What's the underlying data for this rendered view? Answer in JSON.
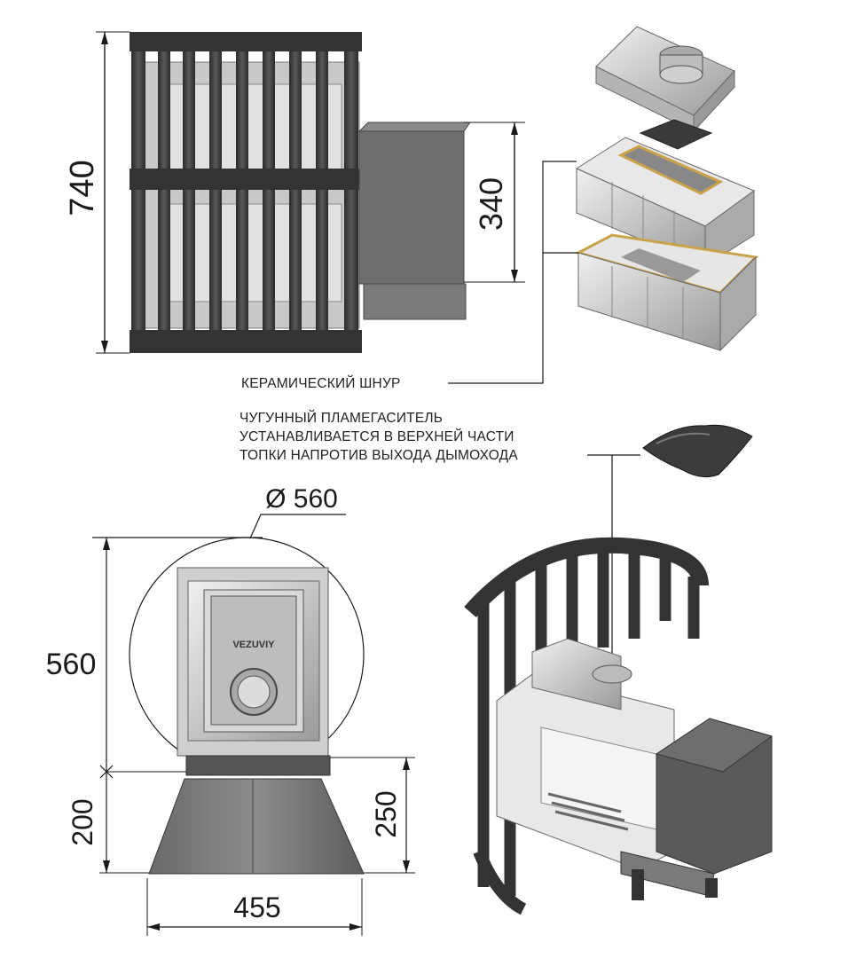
{
  "dimensions": {
    "height_total": "740",
    "steam_outlet_height": "340",
    "diameter": "Ø 560",
    "body_height": "560",
    "stand_height": "200",
    "stand_top_height": "250",
    "stand_width": "455"
  },
  "labels": {
    "ceramic_cord": "КЕРАМИЧЕСКИЙ ШНУР",
    "flame_damper_line1": "ЧУГУННЫЙ ПЛАМЕГАСИТЕЛЬ",
    "flame_damper_line2": "УСТАНАВЛИВАЕТСЯ В ВЕРХНЕЙ ЧАСТИ",
    "flame_damper_line3": "ТОПКИ НАПРОТИВ ВЫХОДА ДЫМОХОДА"
  },
  "logo_text": "VEZUVIY",
  "colors": {
    "metal_dark": "#3d3d3d",
    "metal_mid": "#777777",
    "cast_iron_light": "#d6d6d6",
    "cord_accent": "#c9a24a",
    "line": "#1a1a1a"
  }
}
